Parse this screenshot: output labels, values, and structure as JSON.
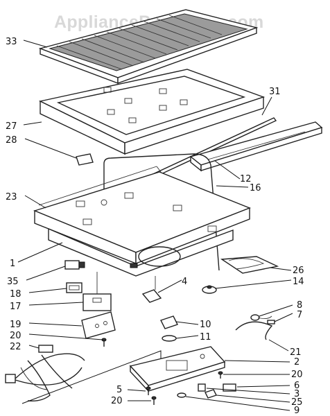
{
  "watermark": "AppliancePartsPros.com",
  "callouts": [
    {
      "id": "c33",
      "text": "33"
    },
    {
      "id": "c27",
      "text": "27"
    },
    {
      "id": "c31",
      "text": "31"
    },
    {
      "id": "c28",
      "text": "28"
    },
    {
      "id": "c12",
      "text": "12"
    },
    {
      "id": "c16",
      "text": "16"
    },
    {
      "id": "c23",
      "text": "23"
    },
    {
      "id": "c1",
      "text": "1"
    },
    {
      "id": "c35",
      "text": "35"
    },
    {
      "id": "c26",
      "text": "26"
    },
    {
      "id": "c4",
      "text": "4"
    },
    {
      "id": "c14",
      "text": "14"
    },
    {
      "id": "c18",
      "text": "18"
    },
    {
      "id": "c17",
      "text": "17"
    },
    {
      "id": "c8",
      "text": "8"
    },
    {
      "id": "c7",
      "text": "7"
    },
    {
      "id": "c10",
      "text": "10"
    },
    {
      "id": "c19",
      "text": "19"
    },
    {
      "id": "c11",
      "text": "11"
    },
    {
      "id": "c20a",
      "text": "20"
    },
    {
      "id": "c21",
      "text": "21"
    },
    {
      "id": "c22",
      "text": "22"
    },
    {
      "id": "c2",
      "text": "2"
    },
    {
      "id": "c20b",
      "text": "20"
    },
    {
      "id": "c6",
      "text": "6"
    },
    {
      "id": "c5",
      "text": "5"
    },
    {
      "id": "c3",
      "text": "3"
    },
    {
      "id": "c25",
      "text": "25"
    },
    {
      "id": "c20c",
      "text": "20"
    },
    {
      "id": "c9",
      "text": "9"
    }
  ]
}
